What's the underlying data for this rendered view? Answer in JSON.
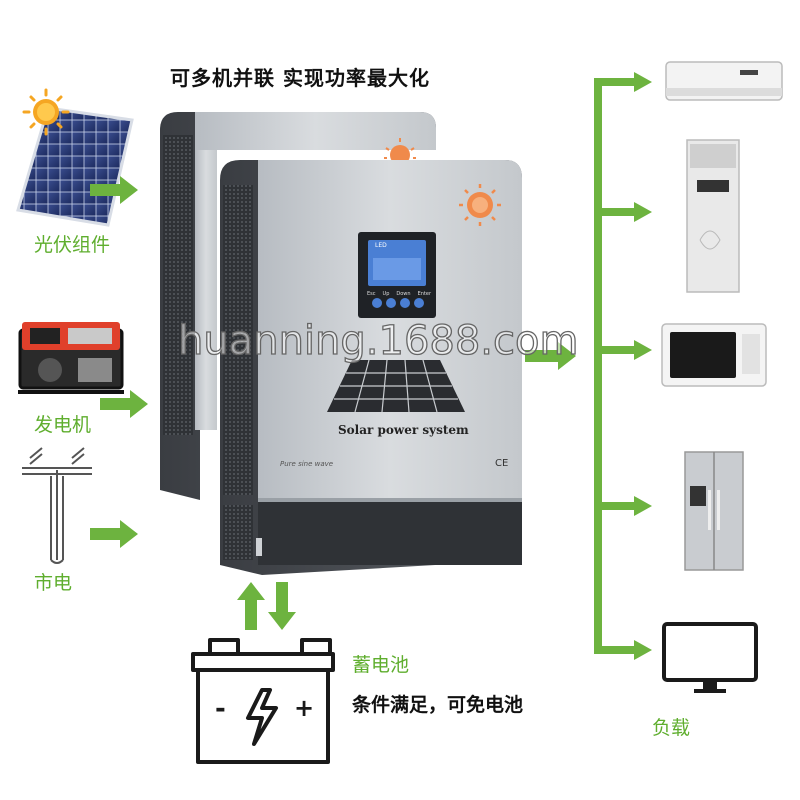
{
  "title": "可多机并联 实现功率最大化",
  "sources": {
    "solar": "光伏组件",
    "generator": "发电机",
    "grid": "市电"
  },
  "battery": {
    "label": "蓄电池",
    "note": "条件满足，可免电池",
    "minus": "-",
    "plus": "+"
  },
  "loads_label": "负载",
  "inverter": {
    "brand_text": "Solar power system",
    "wave_text": "Pure sine wave",
    "ce_mark": "CE",
    "lcd_text": "LED",
    "buttons": [
      "Esc",
      "Up",
      "Down",
      "Enter"
    ]
  },
  "watermark": "huanning.1688.com",
  "colors": {
    "accent_green": "#6db33f",
    "text_green": "#5fae2e"
  }
}
